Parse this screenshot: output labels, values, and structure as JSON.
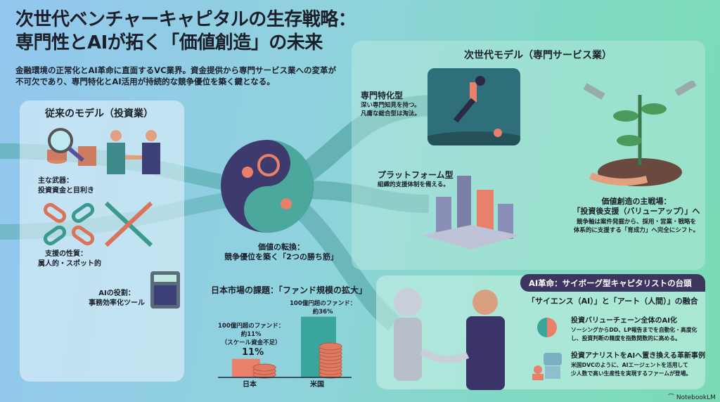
{
  "title": {
    "line1": "次世代ベンチャーキャピタルの生存戦略：",
    "line2": "専門性とAIが拓く「価値創造」の未来"
  },
  "subtitle": {
    "line1": "金融環境の正常化とAI革命に直面するVC業界。資金提供から専門サービス業への変革が",
    "line2": "不可欠であり、専門特化とAI活用が持続的な競争優位を築く鍵となる。"
  },
  "traditional": {
    "heading": "従来のモデル（投資業）",
    "weapon_label": "主な武器：",
    "weapon_value": "投資資金と目利き",
    "support_label": "支援の性質：",
    "support_value": "属人的・スポット的",
    "ai_label": "AIの役割：",
    "ai_value": "事務効率化ツール"
  },
  "center": {
    "label1": "価値の転換：",
    "label2": "競争優位を築く「2つの勝ち筋」"
  },
  "chart_data": {
    "type": "bar",
    "title": "日本市場の課題：「ファンド規模の拡大」",
    "categories": [
      "日本",
      "米国"
    ],
    "values": [
      11,
      36
    ],
    "unit": "%",
    "annotations": [
      {
        "category": "日本",
        "line1": "100億円超のファンド：",
        "line2": "約11%",
        "line3": "（スケール資金不足）",
        "value_label": "11%"
      },
      {
        "category": "米国",
        "line1": "100億円超のファンド：",
        "line2": "約36%"
      }
    ],
    "colors": [
      "#e8806a",
      "#3aa59a"
    ]
  },
  "next_model": {
    "heading": "次世代モデル（専門サービス業）",
    "specialized": {
      "title": "専門特化型",
      "line1": "深い専門知見を持つ。",
      "line2": "凡庸な総合型は淘汰。"
    },
    "platform": {
      "title": "プラットフォーム型",
      "line1": "組織的支援体制を備える。"
    },
    "battlefield": {
      "title1": "価値創造の主戦場：",
      "title2": "「投資後支援（バリューアップ）」へ",
      "line1": "競争軸は案件発掘から、採用・営業・戦略を",
      "line2": "体系的に支援する「育成力」へ完全にシフト。"
    }
  },
  "ai_revolution": {
    "header": "AI革命：サイボーグ型キャピタリストの台頭",
    "fusion": "「サイエンス（AI）」と「アート（人間）」の融合",
    "item1": {
      "title": "投資バリューチェーン全体のAI化",
      "line1": "ソーシングからDD、LP報告までを自動化・高度化",
      "line2": "し、投資判断の精度を指数関数的に高める。"
    },
    "item2": {
      "title": "投資アナリストをAIへ置き換える革新事例",
      "line1": "米国DVCのように、AIエージェントを活用して",
      "line2": "少人数で高い生産性を実現するファームが登場。"
    }
  },
  "footer": {
    "brand": "NotebookLM"
  }
}
